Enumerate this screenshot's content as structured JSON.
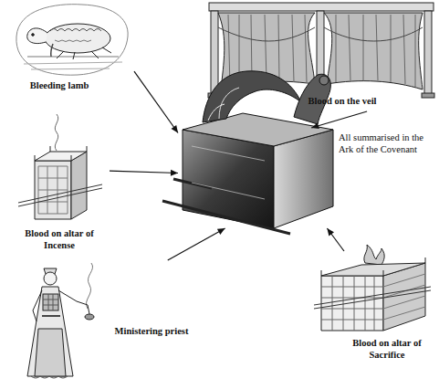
{
  "diagram": {
    "nodes": [
      {
        "text": [
          "Bleeding lamb"
        ]
      },
      {
        "text": [
          "Blood on the veil"
        ]
      },
      {
        "text": [
          "Blood on altar of Incense"
        ]
      },
      {
        "text": [
          "All summarised in the Ark of the Covenant"
        ]
      },
      {
        "text": [
          "Ministering priest"
        ]
      },
      {
        "text": [
          "Blood on altar of Sacrifice"
        ]
      }
    ],
    "edges": [
      {
        "from": 0,
        "to": 3,
        "arrow": "to"
      },
      {
        "from": 1,
        "to": 3,
        "arrow": "to"
      },
      {
        "from": 2,
        "to": 3,
        "arrow": "to"
      },
      {
        "from": 4,
        "to": 3,
        "arrow": "to"
      },
      {
        "from": 5,
        "to": 3,
        "arrow": "to"
      }
    ]
  }
}
